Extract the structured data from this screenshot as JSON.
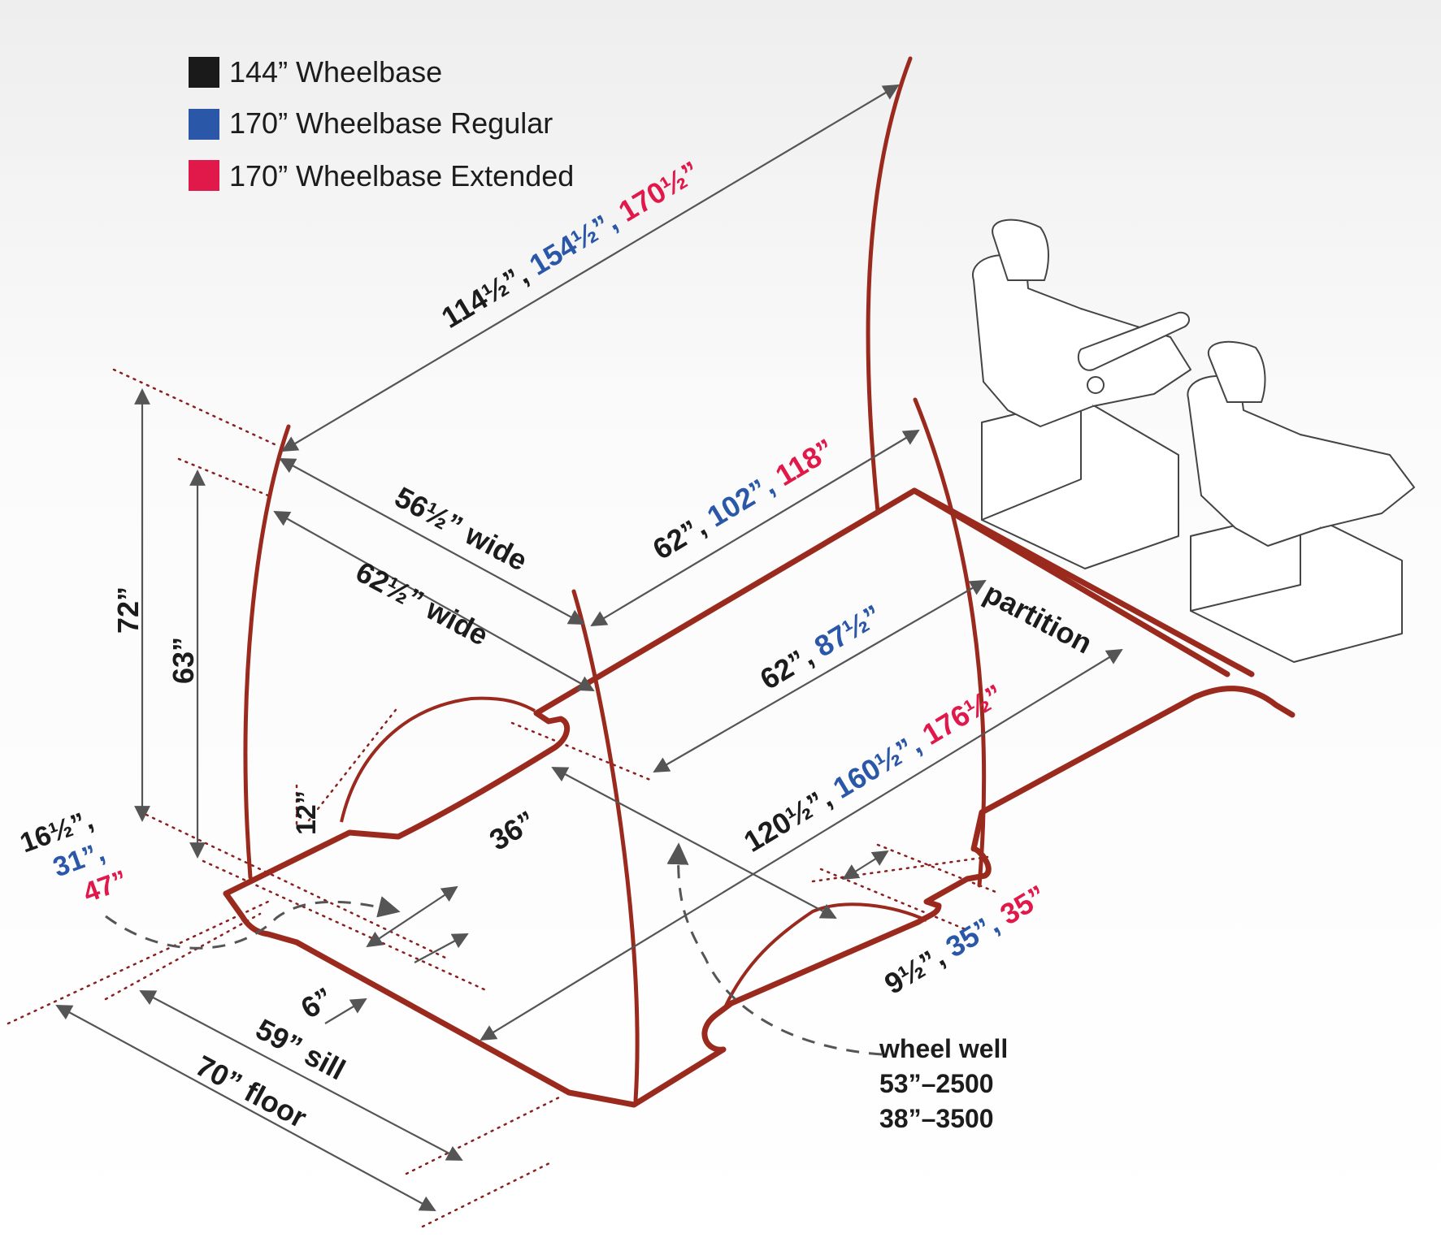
{
  "legend": {
    "items": [
      {
        "label": "144” Wheelbase",
        "color": "#1a1a1a"
      },
      {
        "label": "170” Wheelbase Regular",
        "color": "#2a57a8"
      },
      {
        "label": "170” Wheelbase Extended",
        "color": "#e0194a"
      }
    ]
  },
  "colors": {
    "outline": "#9b2a1e",
    "arrow": "#555555",
    "wb144": "#1c1c1c",
    "wb170_regular": "#2a57a8",
    "wb170_extended": "#e0194a"
  },
  "dimensions": {
    "total_length": {
      "wb144": "114½”,",
      "wb170_regular": "154½”,",
      "wb170_extended": "170½”"
    },
    "upper_length": {
      "wb144": "62”,",
      "wb170_regular": "102”,",
      "wb170_extended": "118”"
    },
    "mid_length": {
      "wb144": "62”,",
      "wb170_regular": "87½”"
    },
    "floor_length": {
      "wb144": "120½”,",
      "wb170_regular": "160½”,",
      "wb170_extended": "176½”"
    },
    "width_upper": "56½” wide",
    "width_lower": "62½” wide",
    "height_total": "72”",
    "height_inner": "63”",
    "rear_step": {
      "wb144": "16½”,",
      "wb170_regular": "31”,",
      "wb170_extended": "47”"
    },
    "well_height": "12”",
    "well_offset": "36”",
    "sill_step": "6”",
    "sill": "59” sill",
    "floor": "70” floor",
    "side_step": {
      "wb144": "9½”,",
      "wb170_regular": "35”,",
      "wb170_extended": "35”"
    }
  },
  "labels": {
    "partition": "partition",
    "wheel_well": {
      "title": "wheel well",
      "line1": "53”–2500",
      "line2": "38”–3500"
    }
  }
}
